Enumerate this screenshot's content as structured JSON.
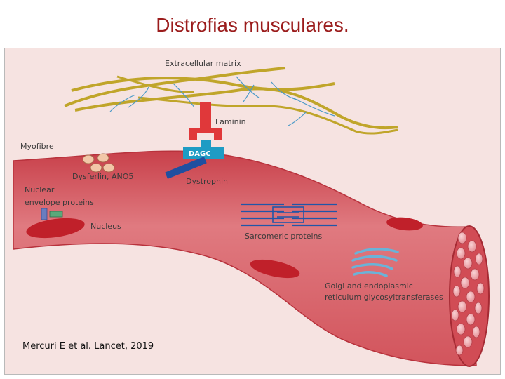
{
  "slide": {
    "title": "Distrofias musculares."
  },
  "diagram": {
    "labels": {
      "ecm": "Extracellular matrix",
      "laminin": "Laminin",
      "dagc": "DAGC",
      "myofibre": "Myofibre",
      "dysferlin": "Dysferlin, ANO5",
      "dystrophin": "Dystrophin",
      "nuclear_env_1": "Nuclear",
      "nuclear_env_2": "envelope proteins",
      "nucleus": "Nucleus",
      "sarcomeric": "Sarcomeric proteins",
      "golgi_1": "Golgi and endoplasmic",
      "golgi_2": "reticulum glycosyltransferases"
    },
    "colors": {
      "background": "#f6e3e1",
      "fibre": "#d6545c",
      "fibre_dark": "#b8323c",
      "ecm_fibre": "#c0a52a",
      "ecm_thin": "#4a9ac8",
      "laminin": "#e0383a",
      "dagc": "#1e9cc4",
      "dystrophin": "#1f4fa0",
      "sarcomere": "#2156a8",
      "golgi": "#7fc4e6",
      "nucleus": "#c0202a"
    }
  },
  "citation": "Mercuri E et al. Lancet, 2019"
}
